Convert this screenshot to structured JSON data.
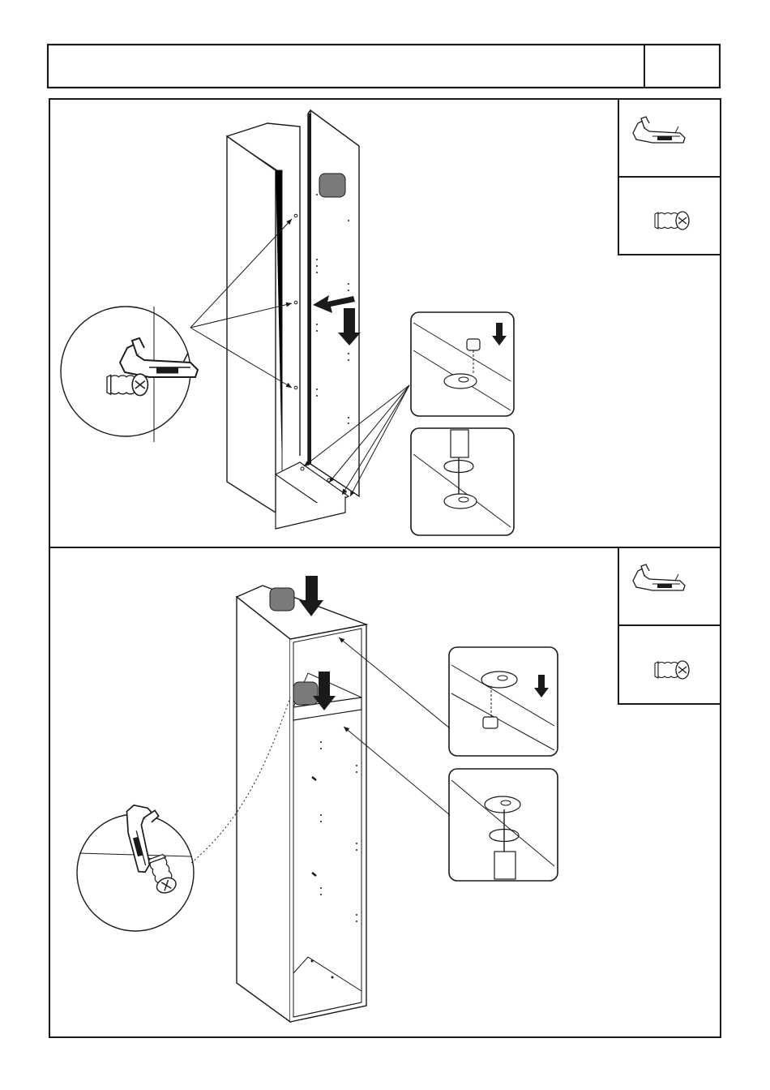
{
  "header": {
    "title": "",
    "step_number": ""
  },
  "steps": [
    {
      "id": "step-1",
      "parts": [
        {
          "icon": "cam-bracket-icon",
          "quantity": ""
        },
        {
          "icon": "screw-icon",
          "quantity": ""
        }
      ],
      "detail_views": [
        "bracket-screw-detail",
        "cam-insert-detail",
        "cam-turn-detail"
      ]
    },
    {
      "id": "step-2",
      "parts": [
        {
          "icon": "cam-bracket-icon",
          "quantity": ""
        },
        {
          "icon": "screw-icon",
          "quantity": ""
        }
      ],
      "detail_views": [
        "bracket-screw-detail",
        "cam-insert-detail",
        "cam-turn-detail"
      ]
    }
  ],
  "colors": {
    "ink": "#1a1a1a",
    "panel_marker": "#7a7a7a",
    "background": "#ffffff"
  }
}
